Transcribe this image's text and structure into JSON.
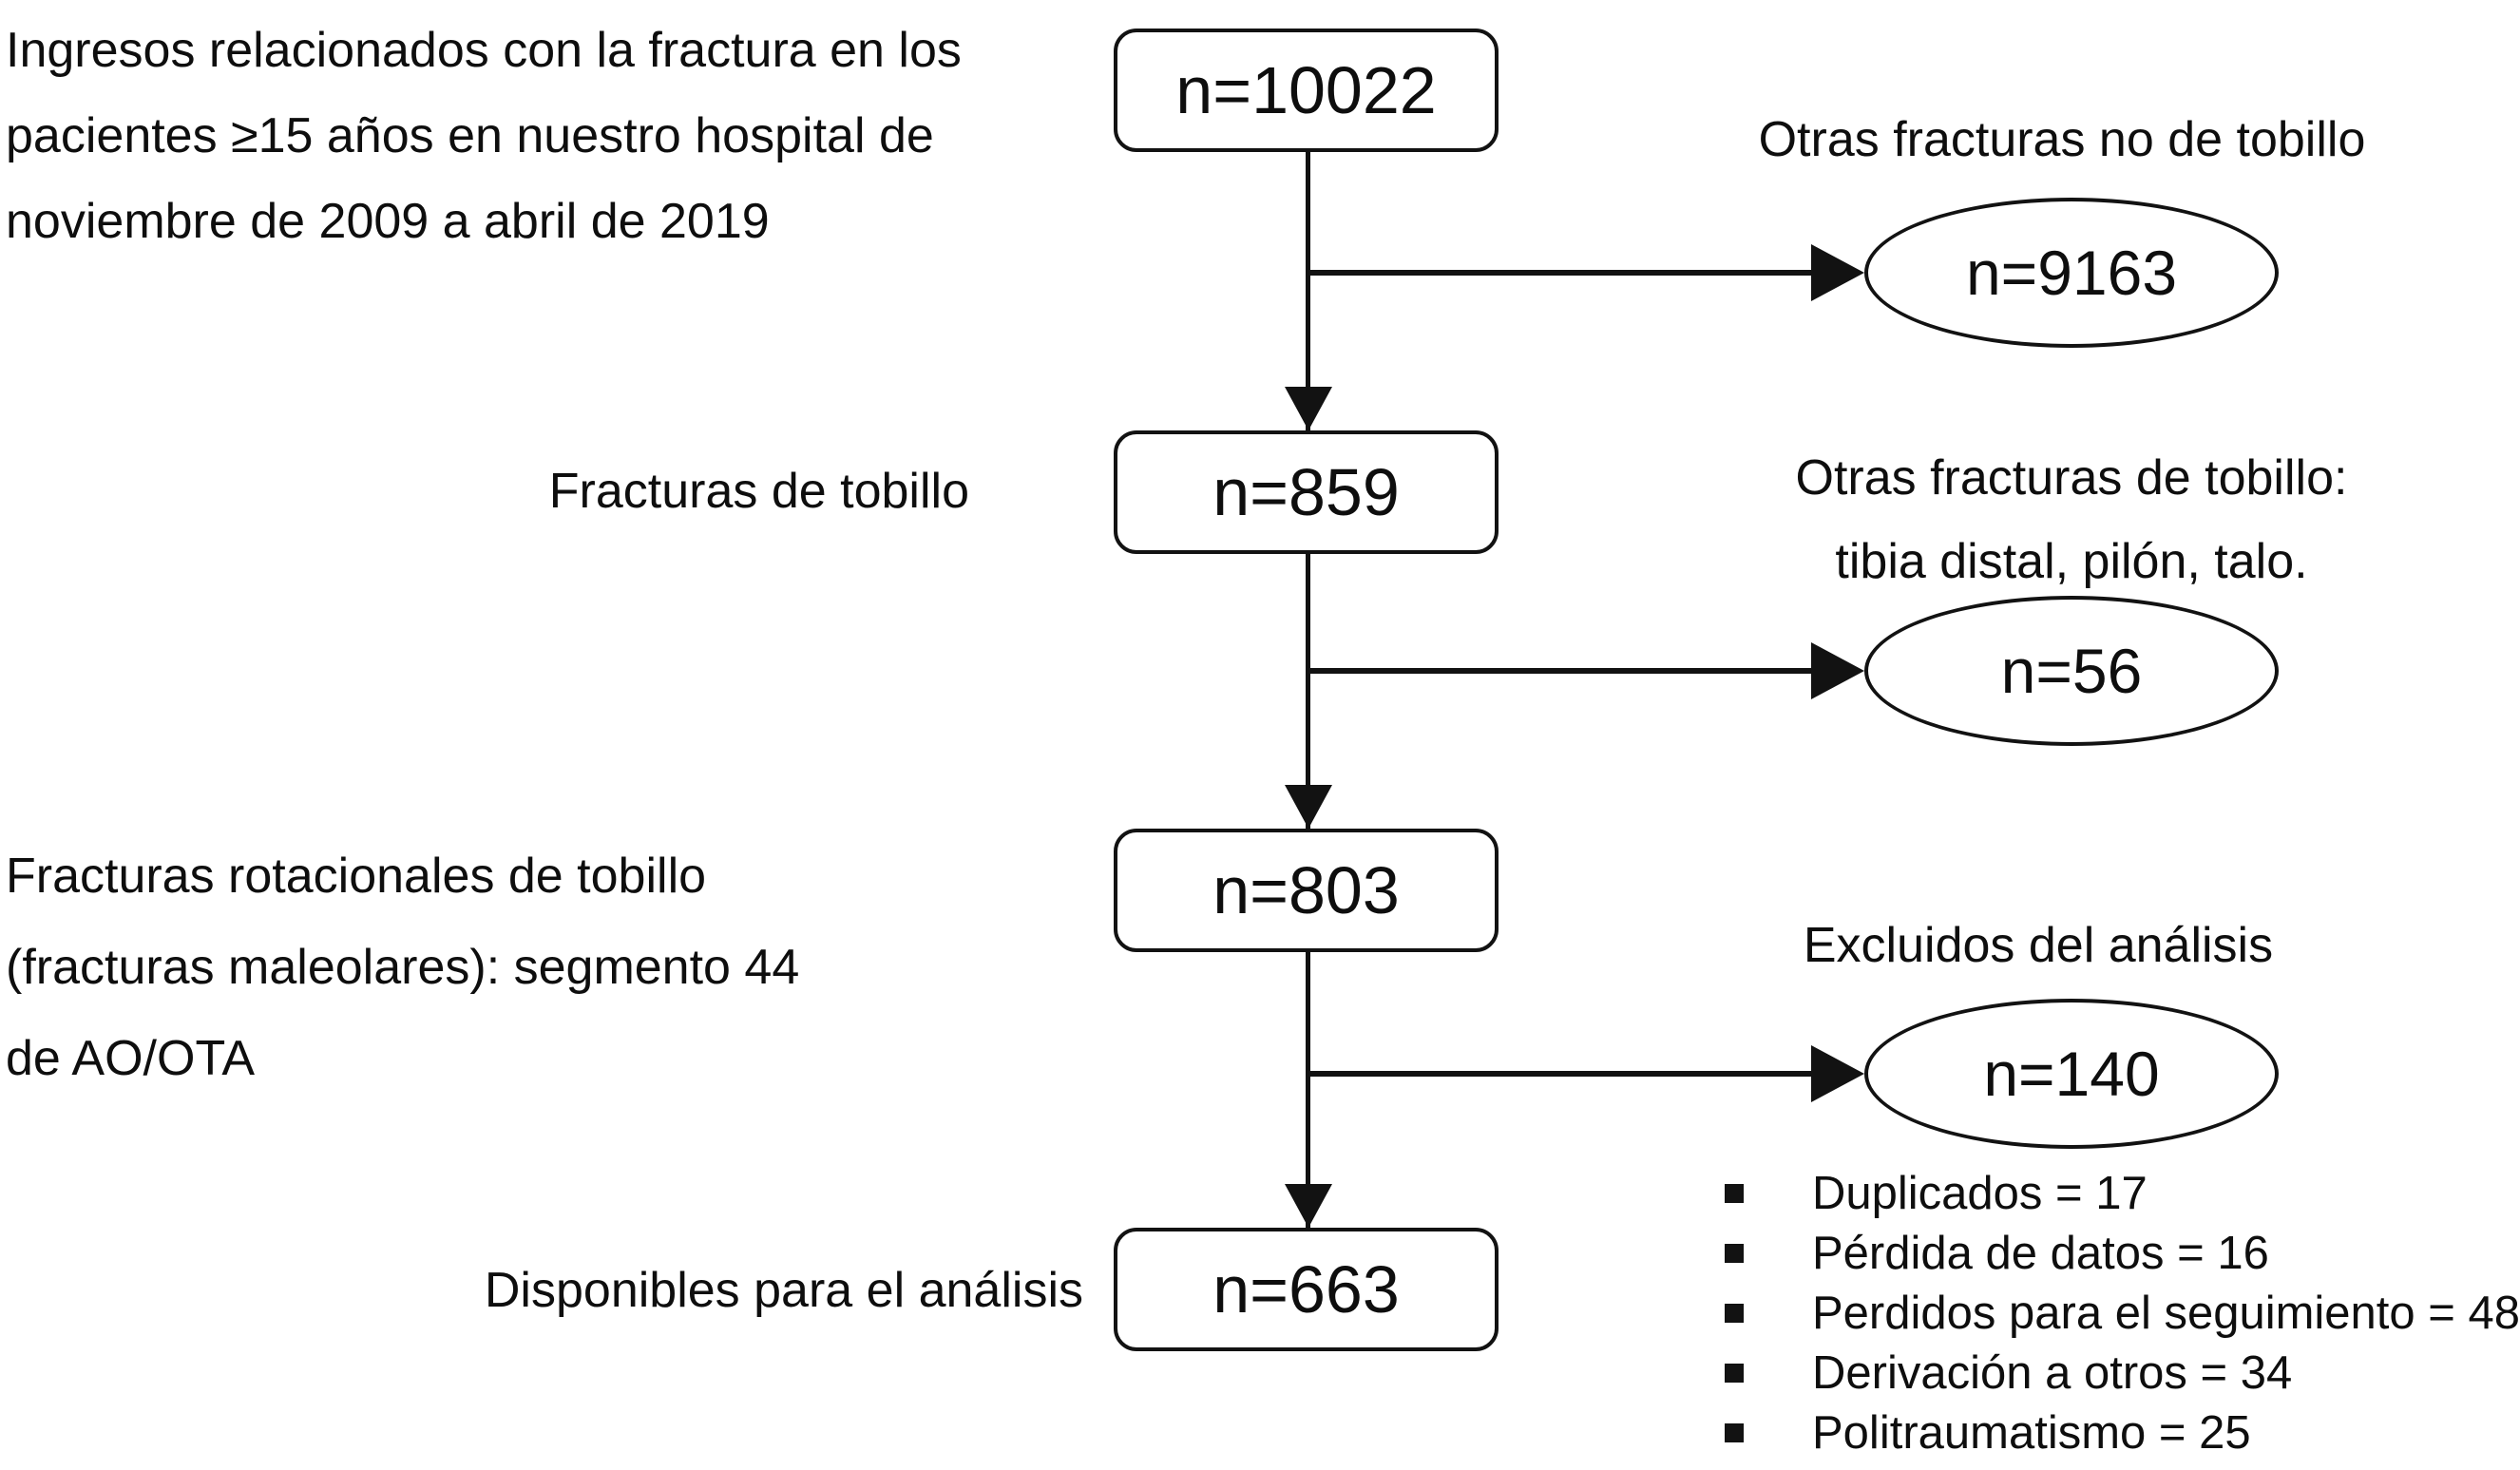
{
  "figure": {
    "type": "patient-flow-diagram",
    "language": "es",
    "colors": {
      "background": "#ffffff",
      "stroke": "#121212",
      "text": "#0e0e0e"
    }
  },
  "labels": {
    "population": [
      "Ingresos relacionados con la fractura en los",
      "pacientes ≥15 años en nuestro hospital de",
      "noviembre de 2009 a abril de 2019"
    ],
    "ankle": "Fracturas de tobillo",
    "rotational": [
      "Fracturas rotacionales de tobillo",
      "(fracturas maleolares): segmento 44",
      "de AO/OTA"
    ],
    "available": "Disponibles para el análisis"
  },
  "boxes": [
    {
      "value": "n=10022"
    },
    {
      "value": "n=859"
    },
    {
      "value": "n=803"
    },
    {
      "value": "n=663"
    }
  ],
  "exclusions": [
    {
      "label_lines": [
        "Otras fracturas no de tobillo"
      ],
      "value": "n=9163"
    },
    {
      "label_lines": [
        "Otras fracturas de tobillo:",
        "tibia distal, pilón, talo."
      ],
      "value": "n=56"
    },
    {
      "label_lines": [
        "Excluidos del análisis"
      ],
      "value": "n=140"
    }
  ],
  "breakdown": [
    "Duplicados = 17",
    "Pérdida de datos = 16",
    "Perdidos para el seguimiento = 48",
    "Derivación a otros = 34",
    "Politraumatismo = 25"
  ]
}
